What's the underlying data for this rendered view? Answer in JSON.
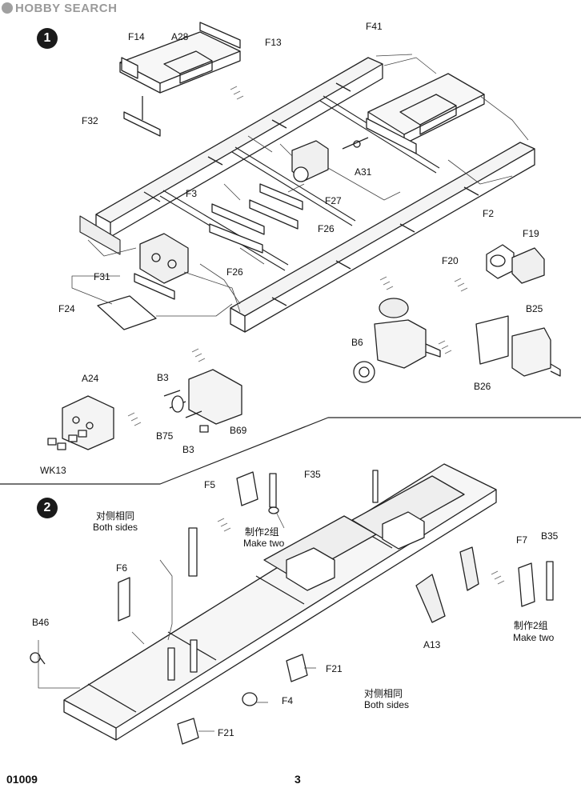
{
  "watermark": {
    "text": "HOBBY SEARCH"
  },
  "steps": {
    "one": "1",
    "two": "2"
  },
  "step1": {
    "labels": {
      "f14": "F14",
      "a28": "A28",
      "f13": "F13",
      "f41": "F41",
      "f32": "F32",
      "a31": "A31",
      "f27": "F27",
      "f3": "F3",
      "f26a": "F26",
      "f26b": "F26",
      "f2": "F2",
      "f19": "F19",
      "f20": "F20",
      "f31": "F31",
      "f24": "F24",
      "b6": "B6",
      "b25": "B25",
      "b26": "B26",
      "a24": "A24",
      "b3a": "B3",
      "b75": "B75",
      "b3b": "B3",
      "b69": "B69",
      "wk13": "WK13"
    }
  },
  "step2": {
    "labels": {
      "f5": "F5",
      "f35": "F35",
      "f6": "F6",
      "b46": "B46",
      "f7": "F7",
      "b35": "B35",
      "a13": "A13",
      "f21a": "F21",
      "f4": "F4",
      "f21b": "F21"
    },
    "notes": {
      "both_sides_cn_1": "对侧相同",
      "both_sides_en_1": "Both sides",
      "make_two_cn_1": "制作2组",
      "make_two_en_1": "Make two",
      "make_two_cn_2": "制作2组",
      "make_two_en_2": "Make two",
      "both_sides_cn_2": "对侧相同",
      "both_sides_en_2": "Both sides"
    }
  },
  "footer": {
    "code": "01009",
    "page": "3"
  }
}
